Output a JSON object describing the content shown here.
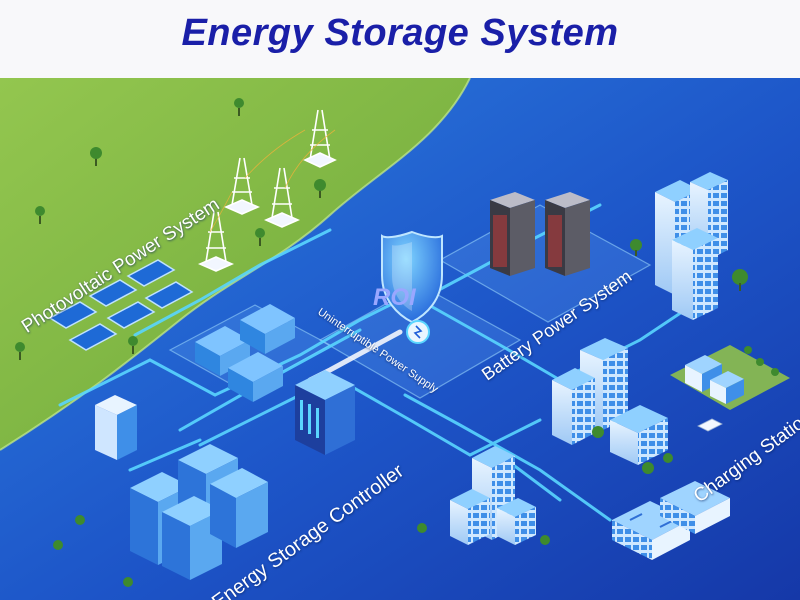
{
  "page": {
    "title": "Energy Storage System"
  },
  "labels": {
    "photovoltaic": "Photovoltaic Power System",
    "battery": "Battery Power System",
    "ups": "Uninterruptible Power Supply",
    "controller": "Energy Storage Controller",
    "charging": "Charging Station",
    "roi": "ROI"
  },
  "colors": {
    "title": "#1a1fa8",
    "background_blue": "#1a4fc9",
    "grass_green": "#8fc04a",
    "pipeline_cyan": "#5ad6ff"
  },
  "icons": [
    "solar-panel-icon",
    "transmission-tower-icon",
    "tree-icon",
    "transformer-icon",
    "shield-icon",
    "battery-rack-icon",
    "skyscraper-icon",
    "storage-cabinet-icon",
    "controller-cabinet-icon",
    "charging-station-icon",
    "car-icon",
    "house-icon"
  ]
}
